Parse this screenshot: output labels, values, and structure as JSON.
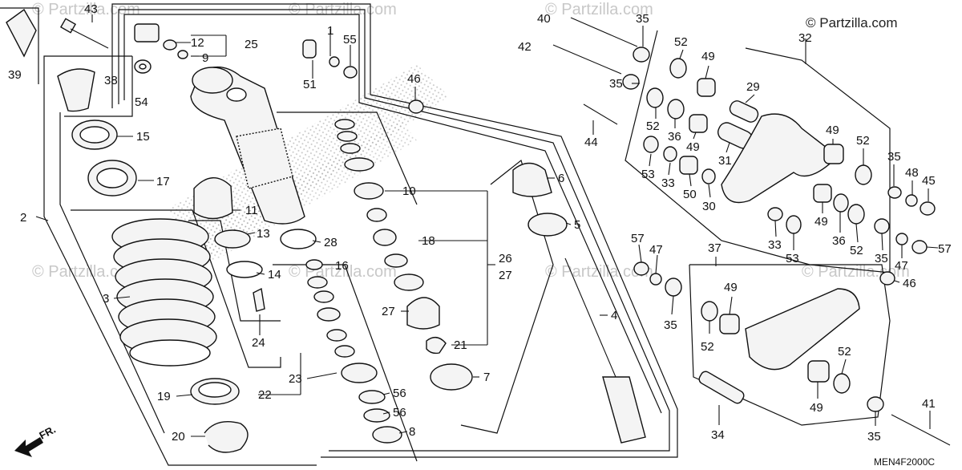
{
  "watermark": {
    "top_right": "© Partzilla.com",
    "repeat": "© Partzilla.com"
  },
  "diagram_code": "MEN4F2000C",
  "front_marker": "FR.",
  "callouts": {
    "c39": "39",
    "c43": "43",
    "c38": "38",
    "c54": "54",
    "c15": "15",
    "c17": "17",
    "c2": "2",
    "c3": "3",
    "c19": "19",
    "c20": "20",
    "c12": "12",
    "c25": "25",
    "c9": "9",
    "c1": "1",
    "c55": "55",
    "c51": "51",
    "c46a": "46",
    "c11": "11",
    "c13": "13",
    "c14": "14",
    "c24": "24",
    "c28": "28",
    "c16": "16",
    "c10": "10",
    "c18": "18",
    "c26": "26",
    "c27a": "27",
    "c27b": "27",
    "c21": "21",
    "c23": "23",
    "c56a": "56",
    "c56b": "56",
    "c8": "8",
    "c22": "22",
    "c6": "6",
    "c5": "5",
    "c4": "4",
    "c7": "7",
    "c40": "40",
    "c35a": "35",
    "c42": "42",
    "c35b": "35",
    "c44": "44",
    "c52a": "52",
    "c49a": "49",
    "c52b": "52",
    "c36a": "36",
    "c49b": "49",
    "c53a": "53",
    "c33a": "33",
    "c50": "50",
    "c29": "29",
    "c31": "31",
    "c30": "30",
    "c32": "32",
    "c49c": "49",
    "c52c": "52",
    "c35c": "35",
    "c48": "48",
    "c45": "45",
    "c49d": "49",
    "c36b": "36",
    "c52d": "52",
    "c33b": "33",
    "c53b": "53",
    "c35d": "35",
    "c47a": "47",
    "c57a": "57",
    "c46b": "46",
    "c57b": "57",
    "c47b": "47",
    "c37": "37",
    "c49e": "49",
    "c35e": "35",
    "c52e": "52",
    "c52f": "52",
    "c49f": "49",
    "c34": "34",
    "c41": "41",
    "c35f": "35"
  }
}
